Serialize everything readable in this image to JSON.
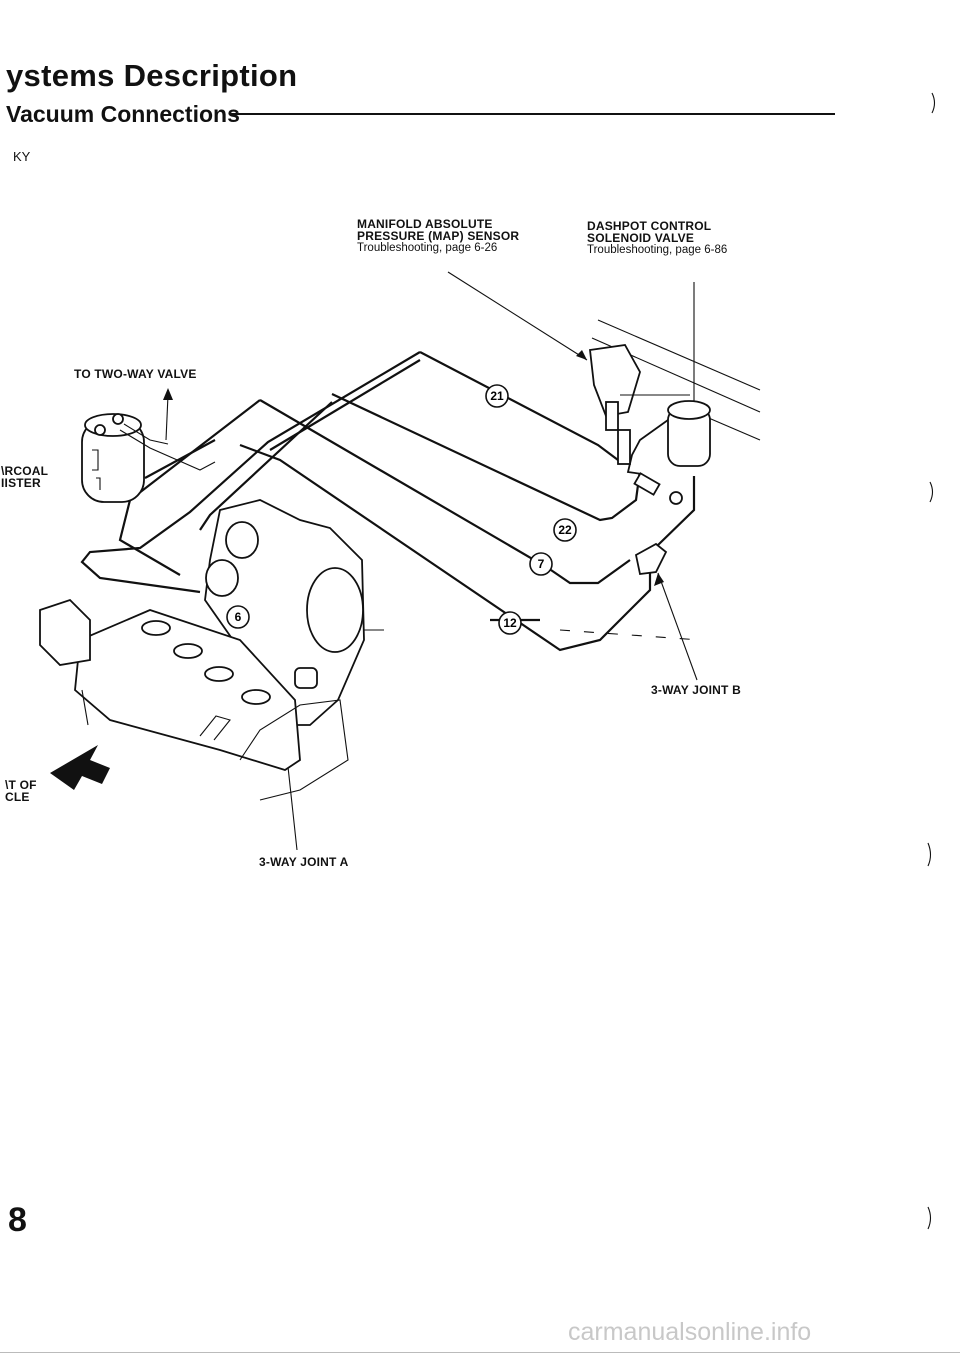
{
  "header": {
    "title": "ystems Description",
    "subtitle": "Vacuum Connections",
    "section_code": "KY"
  },
  "labels": {
    "map_sensor": {
      "line1": "MANIFOLD ABSOLUTE",
      "line2": "PRESSURE (MAP) SENSOR",
      "ref": "Troubleshooting, page 6-26"
    },
    "dashpot_valve": {
      "line1": "DASHPOT CONTROL",
      "line2": "SOLENOID VALVE",
      "ref": "Troubleshooting, page 6-86"
    },
    "two_way_valve": "TO TWO-WAY VALVE",
    "canister": {
      "line1": "\\RCOAL",
      "line2": "IISTER"
    },
    "joint_b": "3-WAY JOINT B",
    "joint_a": "3-WAY JOINT A",
    "front": {
      "line1": "\\T OF",
      "line2": "CLE"
    }
  },
  "hose_numbers": [
    "21",
    "22",
    "7",
    "12",
    "6"
  ],
  "footer": {
    "page_number": "8",
    "watermark": "carmanualsonline.info"
  }
}
